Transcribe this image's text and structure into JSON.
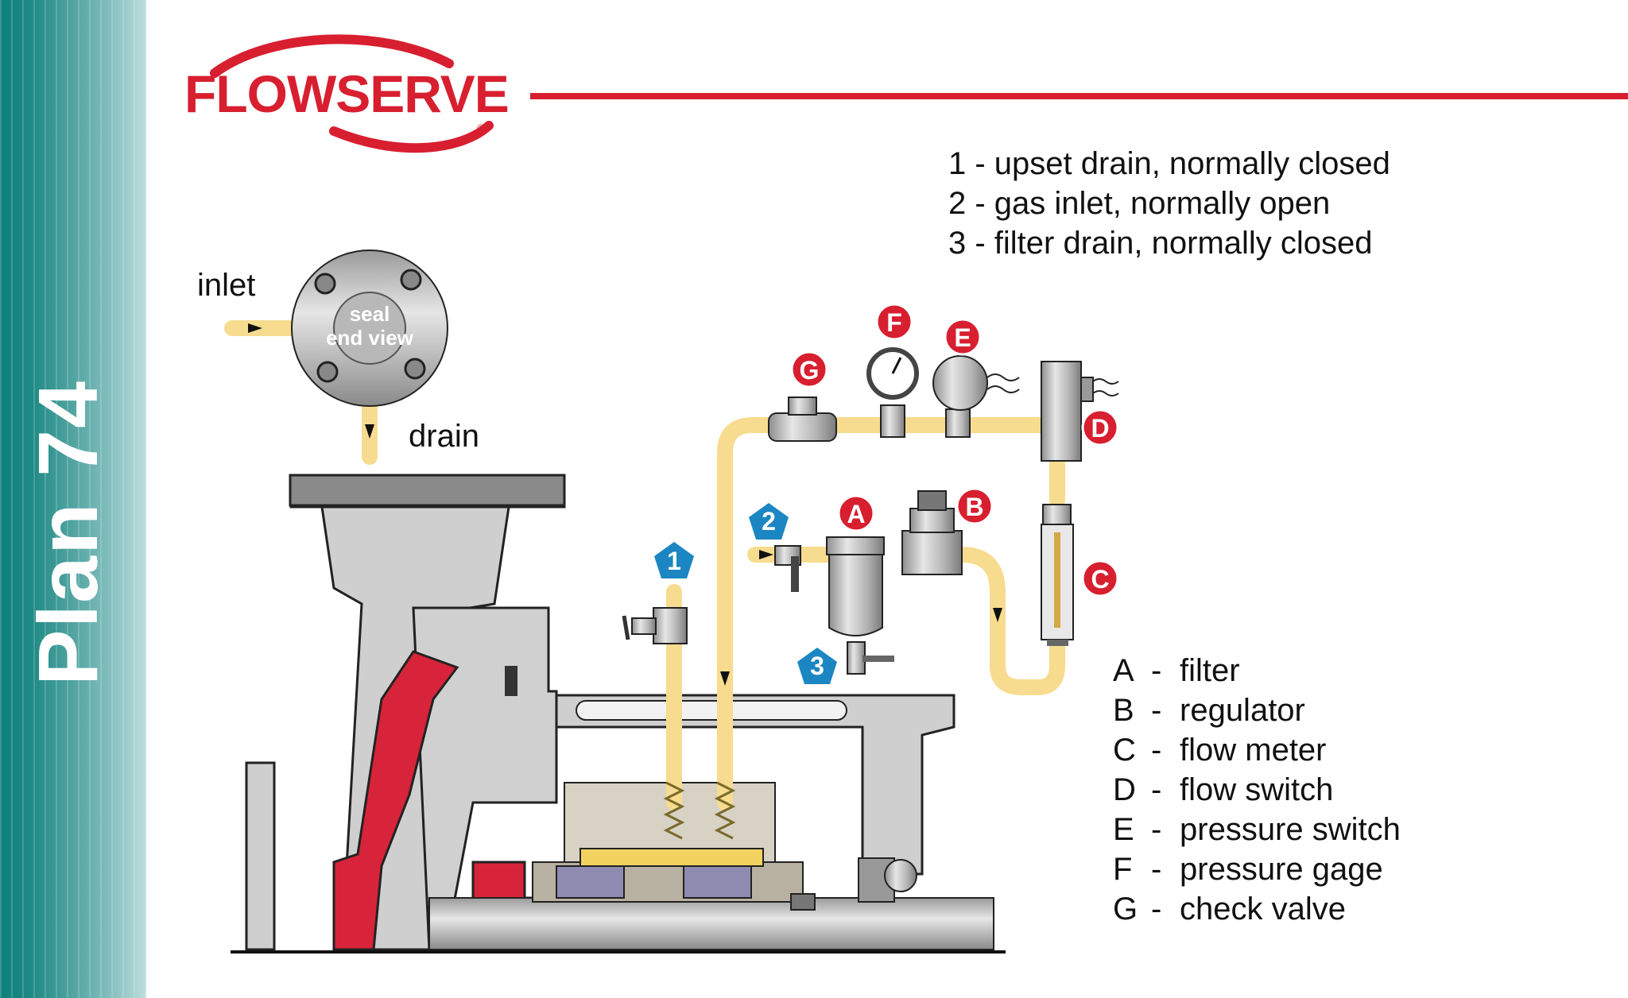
{
  "sidebar": {
    "title": "Plan 74"
  },
  "logo": {
    "text": "FLOWSERVE",
    "registered": "®"
  },
  "valve_legend": [
    "1 - upset drain, normally closed",
    "2 - gas inlet, normally open",
    "3 - filter drain, normally closed"
  ],
  "component_legend": [
    {
      "letter": "A",
      "name": "filter"
    },
    {
      "letter": "B",
      "name": "regulator"
    },
    {
      "letter": "C",
      "name": "flow meter"
    },
    {
      "letter": "D",
      "name": "flow switch"
    },
    {
      "letter": "E",
      "name": "pressure switch"
    },
    {
      "letter": "F",
      "name": "pressure gage"
    },
    {
      "letter": "G",
      "name": "check valve"
    }
  ],
  "diagram_labels": {
    "inlet": "inlet",
    "drain": "drain",
    "seal_end_view_line1": "seal",
    "seal_end_view_line2": "end view",
    "marker_A": "A",
    "marker_B": "B",
    "marker_C": "C",
    "marker_D": "D",
    "marker_E": "E",
    "marker_F": "F",
    "marker_G": "G",
    "marker_1": "1",
    "marker_2": "2",
    "marker_3": "3"
  },
  "colors": {
    "brand_red": "#d71f30",
    "sidebar_teal": "#0d7f7a",
    "pipe_yellow": "#f7dc8f",
    "marker_blue": "#1b86c2",
    "casing_gray": "#c9c9c9"
  }
}
